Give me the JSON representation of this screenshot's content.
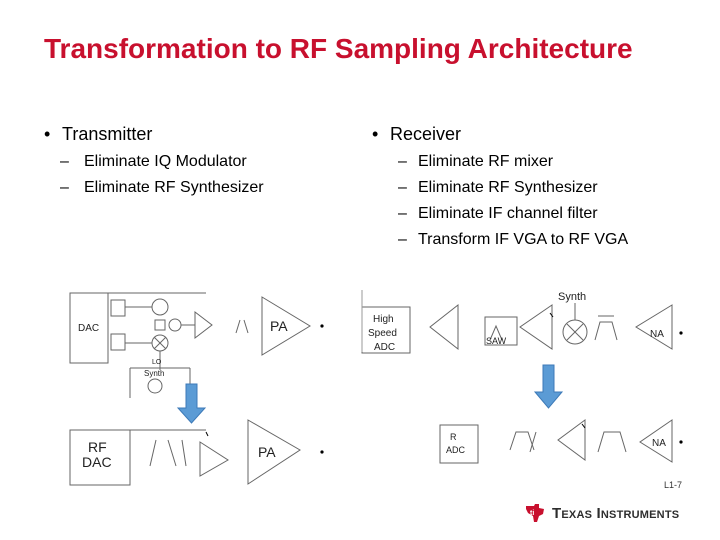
{
  "title": "Transformation to RF Sampling Architecture",
  "transmitter": {
    "heading": "Transmitter",
    "items": [
      "Eliminate IQ Modulator",
      "Eliminate RF Synthesizer"
    ]
  },
  "receiver": {
    "heading": "Receiver",
    "items": [
      "Eliminate RF mixer",
      "Eliminate RF Synthesizer",
      "Eliminate IF channel filter",
      "Transform IF VGA to RF VGA"
    ]
  },
  "tx_before": {
    "dac": "DAC",
    "lo": "LO",
    "synth": "Synth",
    "pa": "PA"
  },
  "tx_after": {
    "rf_dac_line1": "RF",
    "rf_dac_line2": "DAC",
    "pa": "PA"
  },
  "rx_before": {
    "synth": "Synth",
    "adc_line1": "High",
    "adc_line2": "Speed",
    "adc_line3": "ADC",
    "saw": "SAW",
    "lna": "NA"
  },
  "rx_after": {
    "adc_line1": "R",
    "adc_line2": "ADC",
    "lna": "NA"
  },
  "page_number": "L1-7",
  "logo": {
    "name_big1": "T",
    "name_small1": "EXAS",
    "name_big2": "I",
    "name_small2": "NSTRUMENTS"
  },
  "colors": {
    "title": "#c8102e",
    "arrow": "#5b9bd5",
    "logo": "#c8102e"
  }
}
